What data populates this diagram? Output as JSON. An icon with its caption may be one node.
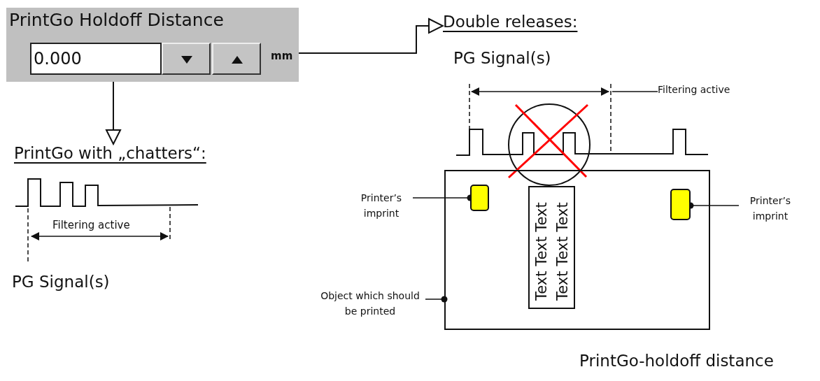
{
  "diagram": {
    "caption": "PrintGo-holdoff distance",
    "nodes": [
      {
        "text": [
          "PrintGo Holdoff Distance",
          "0.000",
          "mm"
        ]
      },
      {
        "text": [
          "PrintGo with „chatters“:"
        ]
      },
      {
        "text": [
          "Double releases:"
        ]
      },
      {
        "text": [],
        "shape": "box"
      },
      {
        "text": [
          "Text Text Text Text Text Text"
        ],
        "in": 3
      },
      {
        "text": [],
        "shape": "box",
        "in": 3
      },
      {
        "text": [],
        "shape": "box",
        "in": 3
      },
      {
        "text": [
          "Printer’s imprint"
        ]
      },
      {
        "text": [
          "Printer’s imprint"
        ]
      },
      {
        "text": [
          "Object which should be printed"
        ]
      },
      {
        "text": [
          "Filtering active"
        ]
      }
    ],
    "edges": [
      {
        "from": 0,
        "to": 1,
        "arrow": "to"
      },
      {
        "from": 0,
        "to": 2,
        "arrow": "to"
      },
      {
        "from": 7,
        "to": 5,
        "arrow": "other"
      },
      {
        "from": 8,
        "to": 6,
        "arrow": "other"
      },
      {
        "from": 9,
        "to": 3,
        "arrow": "other"
      },
      {
        "from": 10,
        "to": null,
        "arrow": "none"
      }
    ],
    "labels": [
      "PG Signal(s)",
      "Filtering active",
      "PG Signal(s)"
    ]
  }
}
